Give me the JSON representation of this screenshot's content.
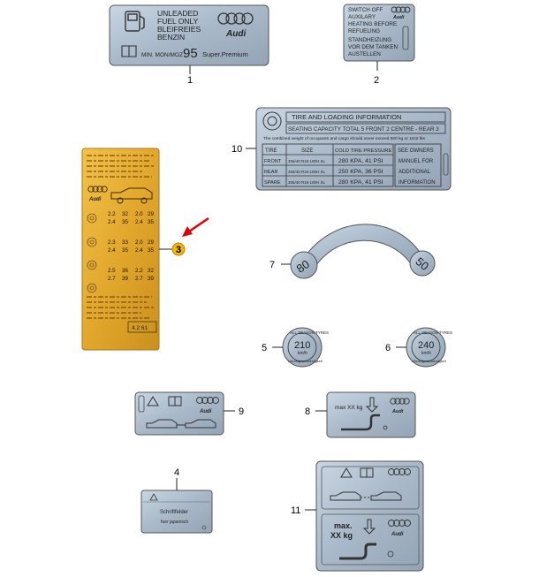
{
  "callouts": [
    "1",
    "2",
    "3",
    "4",
    "5",
    "6",
    "7",
    "8",
    "9",
    "10",
    "11"
  ],
  "fuel_label": {
    "lines": [
      "UNLEADED",
      "FUEL ONLY",
      "BLEIFREIES",
      "BENZIN"
    ],
    "brand": "Audi",
    "min_text": "MIN. MON/MOZ",
    "octane": "95",
    "grade": "Super.Premium"
  },
  "aux_label": {
    "lines": [
      "SWITCH OFF",
      "AUXILARY",
      "HEATING BEFORE",
      "REFUELING",
      "STANDHEIZUNG",
      "VOR DEM TANKEN",
      "AUSTELLEN"
    ],
    "brand": "Audi"
  },
  "tire_label": {
    "title": "TIRE AND LOADING INFORMATION",
    "seating": "SEATING CAPACITY TOTAL 5 FRONT 2 CENTRE - REAR 3",
    "combined": "The combined weight of occupants and cargo should never exceed 500 kg or 1102 lbs",
    "headers": [
      "TIRE",
      "SIZE",
      "COLD TIRE PRESSURE",
      "SEE OWNERS"
    ],
    "rows": [
      [
        "FRONT",
        "255/40 R19 100H XL",
        "280 KPA, 41 PSI",
        "MANUEL FOR"
      ],
      [
        "REAR",
        "255/40 R19 100H XL",
        "250 KPA, 36 PSI",
        "ADDITIONAL"
      ],
      [
        "SPARE",
        "255/40 R19 100H XL",
        "280 KPA, 41 PSI",
        "INFORMATION"
      ]
    ]
  },
  "pressure_label": {
    "brand": "Audi",
    "rows": [
      [
        "2.2",
        "32",
        "2.0",
        "29"
      ],
      [
        "2.4",
        "35",
        "2.4",
        "35"
      ],
      [
        "2.3",
        "33",
        "2.0",
        "29"
      ],
      [
        "2.4",
        "35",
        "2.4",
        "35"
      ],
      [
        "2.5",
        "36",
        "2.2",
        "32"
      ],
      [
        "2.7",
        "39",
        "2.7",
        "39"
      ]
    ],
    "footer": "4.2 61"
  },
  "arc_label": {
    "left": "80",
    "right": "50"
  },
  "speed_210": {
    "ring": "ALL SEASON TYRES",
    "value": "210",
    "unit": "km/h",
    "bottom": "Höchstgeschwindigkeit"
  },
  "speed_240": {
    "ring": "ALL SEASON TYRES",
    "value": "240",
    "unit": "km/h",
    "bottom": "Höchstgeschwindigkeit"
  },
  "warn_label_9": {
    "brand": "Audi"
  },
  "load_label_8": {
    "text": "max XX kg",
    "brand": "Audi"
  },
  "sign_label_4": {
    "title": "Schriftfelder",
    "sub": "fuer japanisch"
  },
  "combo_label_11": {
    "text1": "max.",
    "text2": "XX kg",
    "brand": "Audi"
  },
  "colors": {
    "plate": "#a9b9c9",
    "gold": "#e3ad35",
    "callout_yellow": "#f5b400",
    "arrow_red": "#e10000"
  }
}
